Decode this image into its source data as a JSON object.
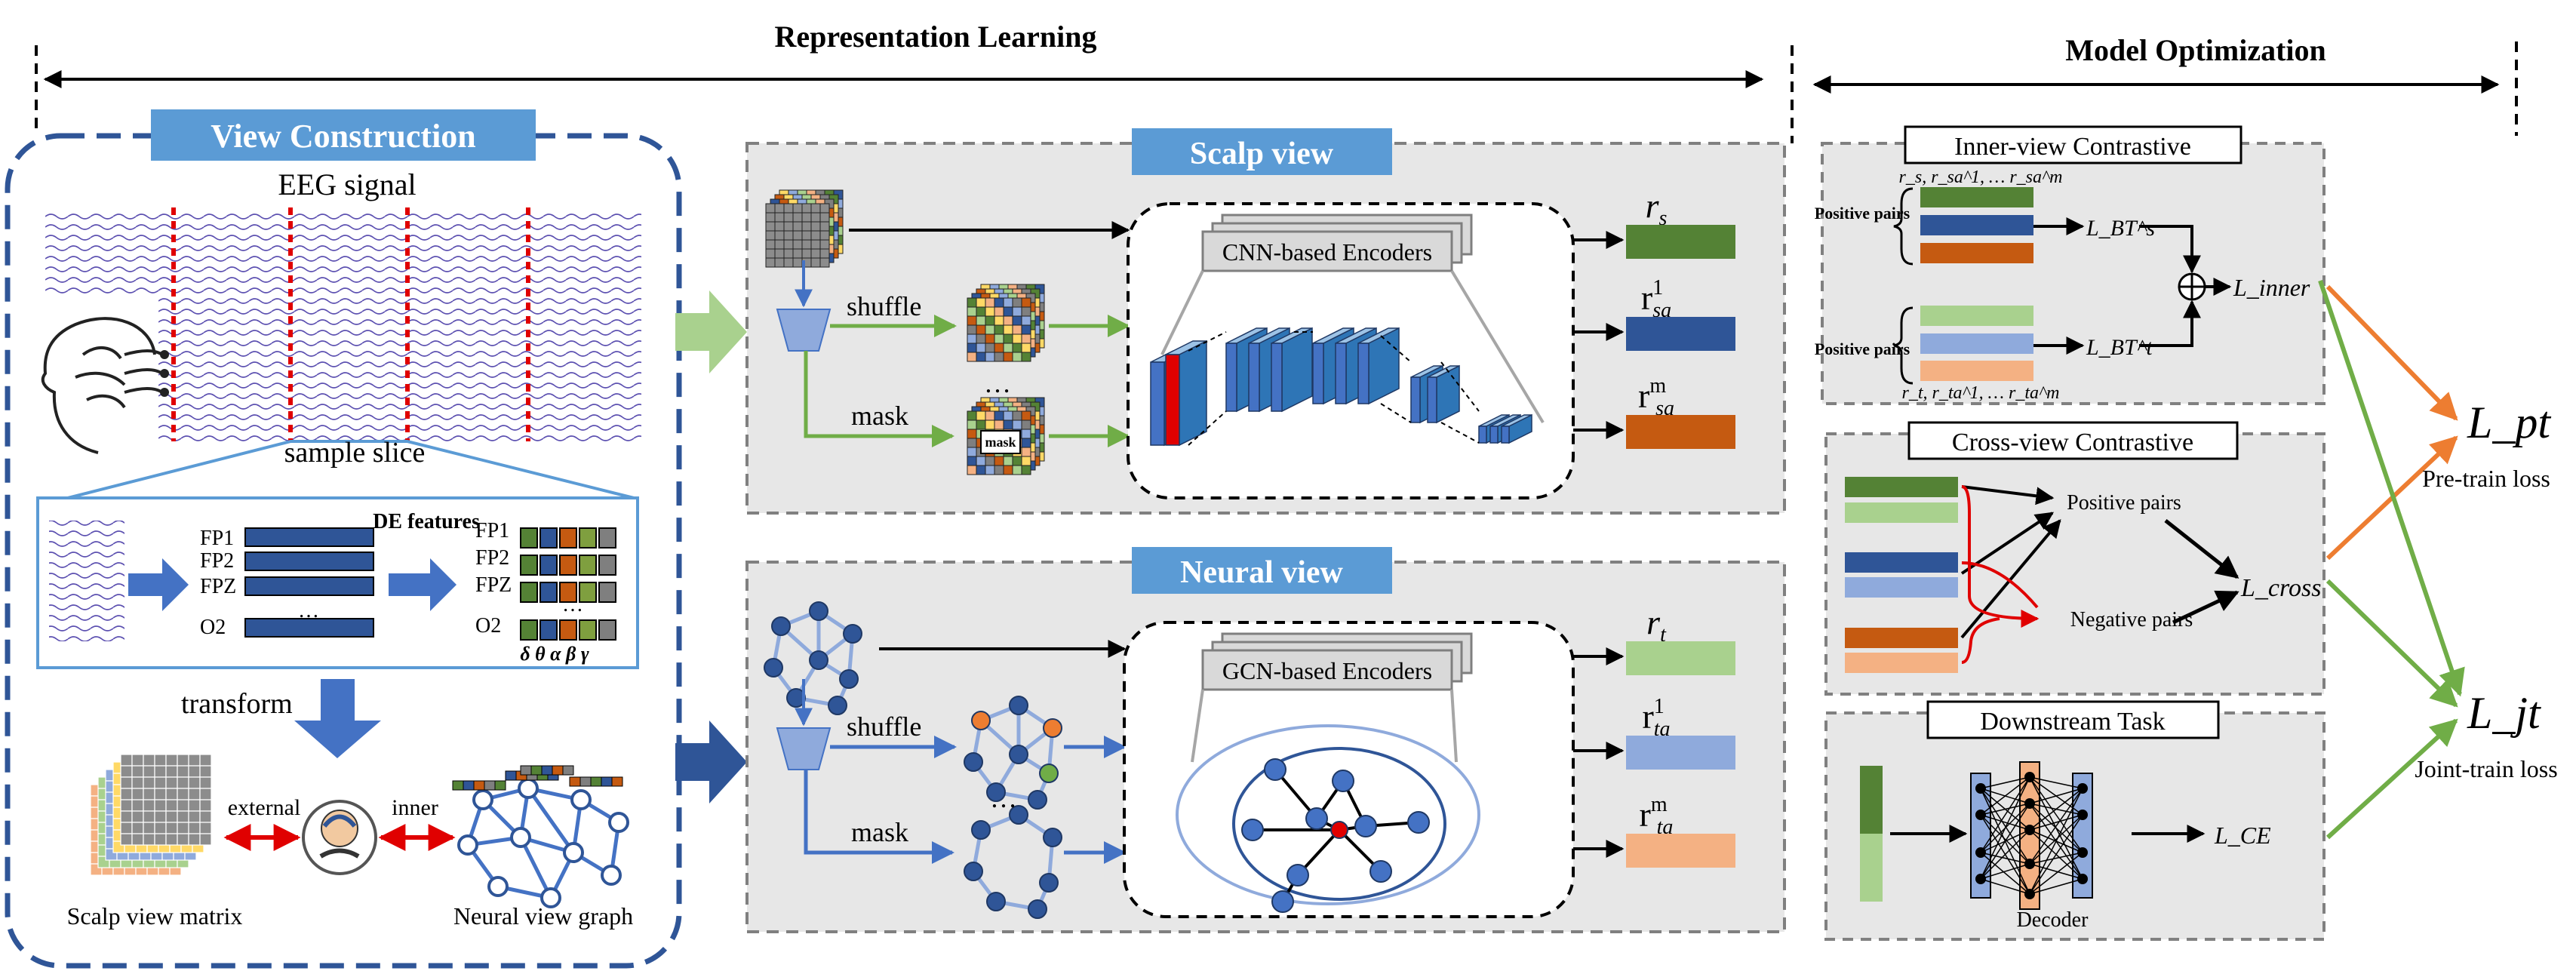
{
  "headers": {
    "representation": "Representation Learning",
    "optimization": "Model Optimization"
  },
  "view_construction": {
    "title": "View Construction",
    "eeg_signal": "EEG signal",
    "sample_slice": "sample slice",
    "channels_left": [
      "FP1",
      "FP2",
      "FPZ",
      "…",
      "O2"
    ],
    "de_features": "DE features",
    "channels_right": [
      "FP1",
      "FP2",
      "FPZ",
      "…",
      "O2"
    ],
    "bands": "δ θ α β γ",
    "transform": "transform",
    "external": "external",
    "inner": "inner",
    "scalp_matrix": "Scalp view matrix",
    "neural_graph": "Neural view graph"
  },
  "scalp_view": {
    "title": "Scalp view",
    "encoder": "CNN-based Encoders",
    "shuffle": "shuffle",
    "mask": "mask",
    "mask_tag": "mask",
    "dots": "…",
    "outputs": [
      "r_s",
      "r_sa^1",
      "r_sa^m"
    ]
  },
  "neural_view": {
    "title": "Neural view",
    "encoder": "GCN-based Encoders",
    "shuffle": "shuffle",
    "mask": "mask",
    "dots": "…",
    "outputs": [
      "r_t",
      "r_ta^1",
      "r_ta^m"
    ]
  },
  "inner_view": {
    "title": "Inner-view Contrastive",
    "positive_pairs": "Positive pairs",
    "top_label": "r_s, r_sa^1, … r_sa^m",
    "bottom_label": "r_t, r_ta^1, … r_ta^m",
    "loss_s": "L_BT^s",
    "loss_t": "L_BT^t",
    "loss": "L_inner"
  },
  "cross_view": {
    "title": "Cross-view Contrastive",
    "positive": "Positive pairs",
    "negative": "Negative pairs",
    "loss": "L_cross"
  },
  "downstream": {
    "title": "Downstream Task",
    "decoder": "Decoder",
    "loss": "L_CE"
  },
  "losses": {
    "pt": "L_pt",
    "pt_caption": "Pre-train loss",
    "jt": "L_jt",
    "jt_caption": "Joint-train loss"
  },
  "colors": {
    "dark_green": "#548235",
    "light_green": "#a9d18e",
    "dark_blue": "#2f5597",
    "light_blue": "#8faadc",
    "dark_orange": "#c55a11",
    "light_orange": "#f4b183",
    "title_blue": "#5b9bd5",
    "dashed_blue": "#2f5597",
    "panel_gray": "#e7e7e7",
    "orange_line": "#ed7d31",
    "green_line": "#70ad47"
  }
}
